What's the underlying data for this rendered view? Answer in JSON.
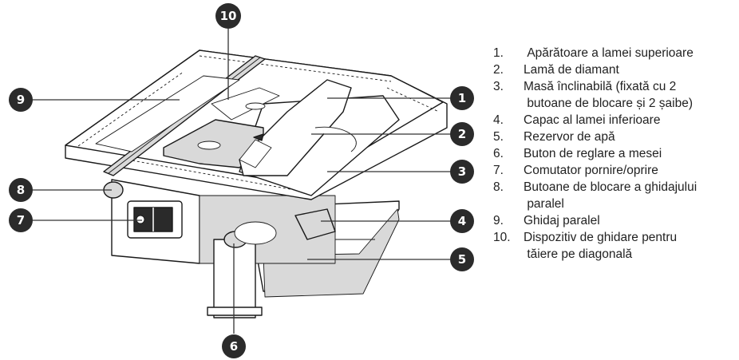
{
  "legend": {
    "items": [
      {
        "number": "1.",
        "label": " Apărătoare a lamei superioare"
      },
      {
        "number": "2.",
        "label": "Lamă de diamant"
      },
      {
        "number": "3.",
        "label": "Masă înclinabilă (fixată cu 2\n butoane de blocare și 2 șaibe)"
      },
      {
        "number": "4.",
        "label": "Capac al lamei inferioare"
      },
      {
        "number": "5.",
        "label": "Rezervor de apă"
      },
      {
        "number": "6.",
        "label": "Buton de reglare a mesei"
      },
      {
        "number": "7.",
        "label": "Comutator pornire/oprire"
      },
      {
        "number": "8.",
        "label": "Butoane de blocare a ghidajului\n paralel"
      },
      {
        "number": "9.",
        "label": "Ghidaj paralel"
      },
      {
        "number": "10.",
        "label": "Dispozitiv de ghidare pentru\n tăiere pe diagonală"
      }
    ]
  },
  "callouts": [
    "1",
    "2",
    "3",
    "4",
    "5",
    "6",
    "7",
    "8",
    "9",
    "10"
  ],
  "colors": {
    "callout_fill": "#2b2b2b",
    "line": "#1a1a1a"
  }
}
